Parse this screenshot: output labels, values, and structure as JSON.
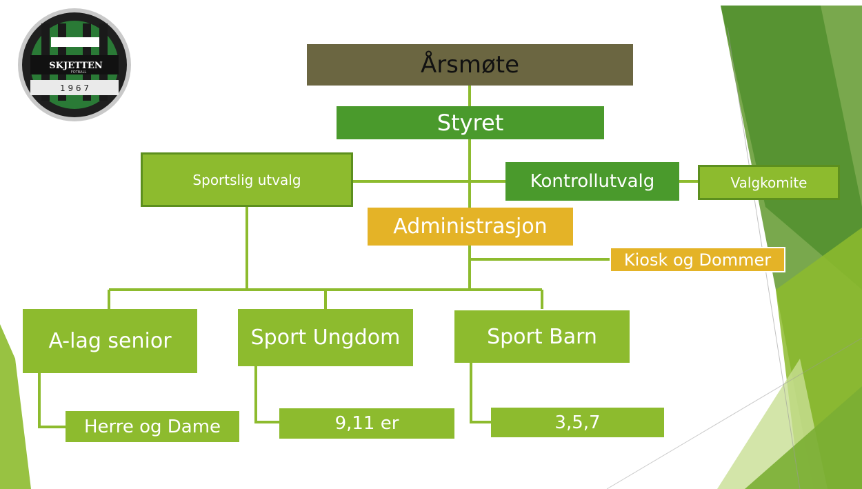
{
  "colors": {
    "light_green": "#8dbb2e",
    "dark_green": "#4a9a2c",
    "gold": "#e4b327",
    "brown": "#6b6641",
    "connector": "#8dbb2e"
  },
  "logo": {
    "text": "SKJETTEN",
    "subtext": "FOTBALL",
    "year": "1 9 6 7"
  },
  "nodes": {
    "arsmote": "Årsmøte",
    "styret": "Styret",
    "sportslig_utvalg": "Sportslig utvalg",
    "kontrollutvalg": "Kontrollutvalg",
    "valgkomite": "Valgkomite",
    "administrasjon": "Administrasjon",
    "kiosk_og_dommer": "Kiosk og Dommer",
    "a_lag_senior": "A-lag senior",
    "sport_ungdom": "Sport Ungdom",
    "sport_barn": "Sport Barn",
    "herre_og_dame": "Herre og Dame",
    "ungdom_formats": "9,11 er",
    "barn_formats": "3,5,7"
  }
}
